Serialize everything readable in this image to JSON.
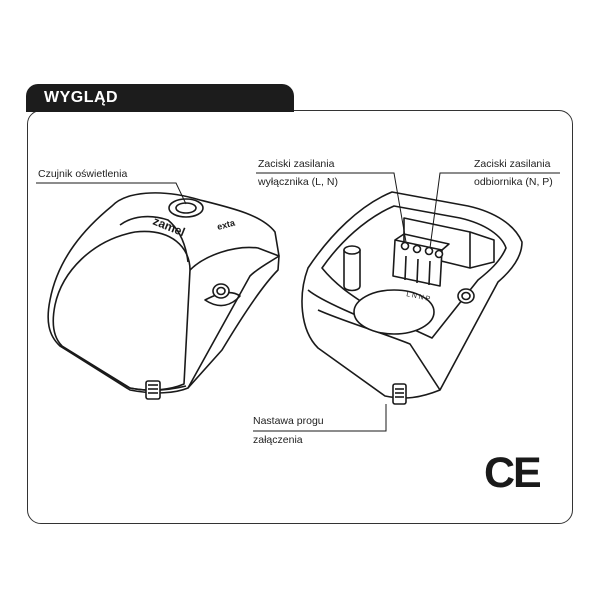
{
  "header": {
    "title": "WYGLĄD"
  },
  "labels": {
    "light_sensor": "Czujnik oświetlenia",
    "switch_terminals_line1": "Zaciski zasilania",
    "switch_terminals_line2": "wyłącznika (L, N)",
    "load_terminals_line1": "Zaciski zasilania",
    "load_terminals_line2": "odbiornika (N, P)",
    "threshold_line1": "Nastawa progu",
    "threshold_line2": "załączenia"
  },
  "device": {
    "brand_text": "zamel",
    "model_text": "exta",
    "terminal_marks": "L N N P"
  },
  "mark": {
    "ce": "CE"
  },
  "colors": {
    "header_bg": "#1c1c1c",
    "line": "#1a1a1a",
    "body_fill": "#ffffff"
  }
}
